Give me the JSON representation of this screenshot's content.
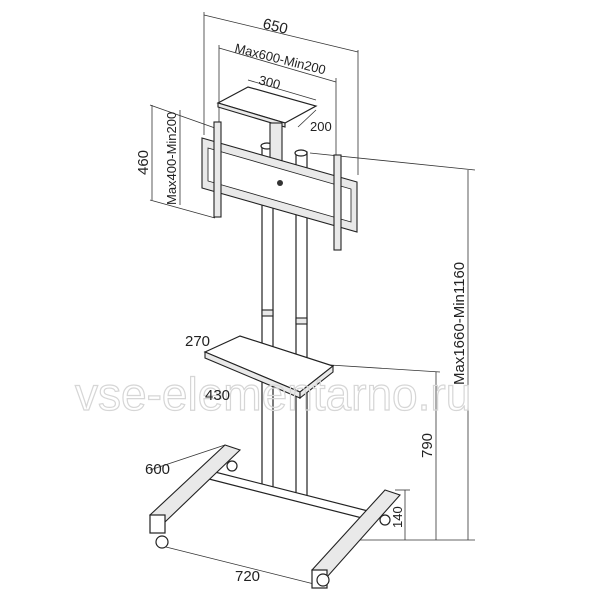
{
  "title": "Mobile TV stand dimensions",
  "dimensions": {
    "overall_width": "650",
    "vesa_width": "Max600-Min200",
    "plate_width": "300",
    "plate_depth": "200",
    "bracket_height": "460",
    "vesa_height": "Max400-Min200",
    "total_height": "Max1660-Min1160",
    "shelf_depth": "270",
    "shelf_width": "430",
    "shelf_height": "790",
    "base_depth": "600",
    "base_height": "140",
    "base_width": "720"
  },
  "watermark": "vse-elementarno.ru"
}
